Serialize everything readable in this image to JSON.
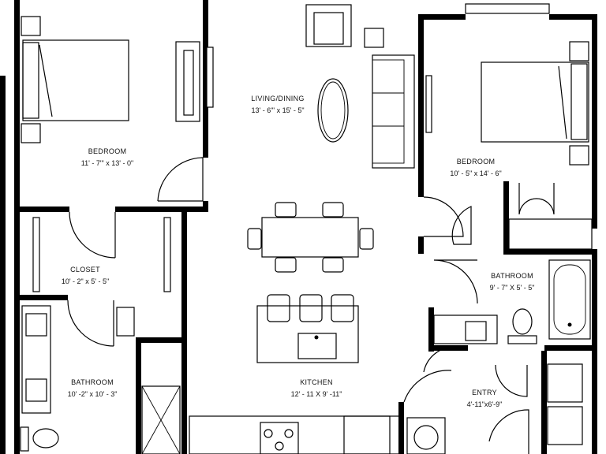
{
  "rooms": {
    "bedroom_left": {
      "name": "BEDROOM",
      "dims": "11' - 7\"' x 13' - 0\""
    },
    "living_dining": {
      "name": "LIVING/DINING",
      "dims": "13' - 6\"' x 15' - 5\""
    },
    "bedroom_right": {
      "name": "BEDROOM",
      "dims": "10' - 5\" x 14' - 6\""
    },
    "closet": {
      "name": "CLOSET",
      "dims": "10' - 2\" x 5' - 5\""
    },
    "bathroom_right": {
      "name": "BATHROOM",
      "dims": "9' - 7\" X 5' - 5\""
    },
    "bathroom_left": {
      "name": "BATHROOM",
      "dims": "10' -2\" x 10' - 3\""
    },
    "kitchen": {
      "name": "KITCHEN",
      "dims": "12' - 11 X 9' -11\""
    },
    "entry": {
      "name": "ENTRY",
      "dims": "4'-11\"x6'-9\""
    }
  },
  "colors": {
    "wall": "#000000",
    "background": "#ffffff"
  }
}
